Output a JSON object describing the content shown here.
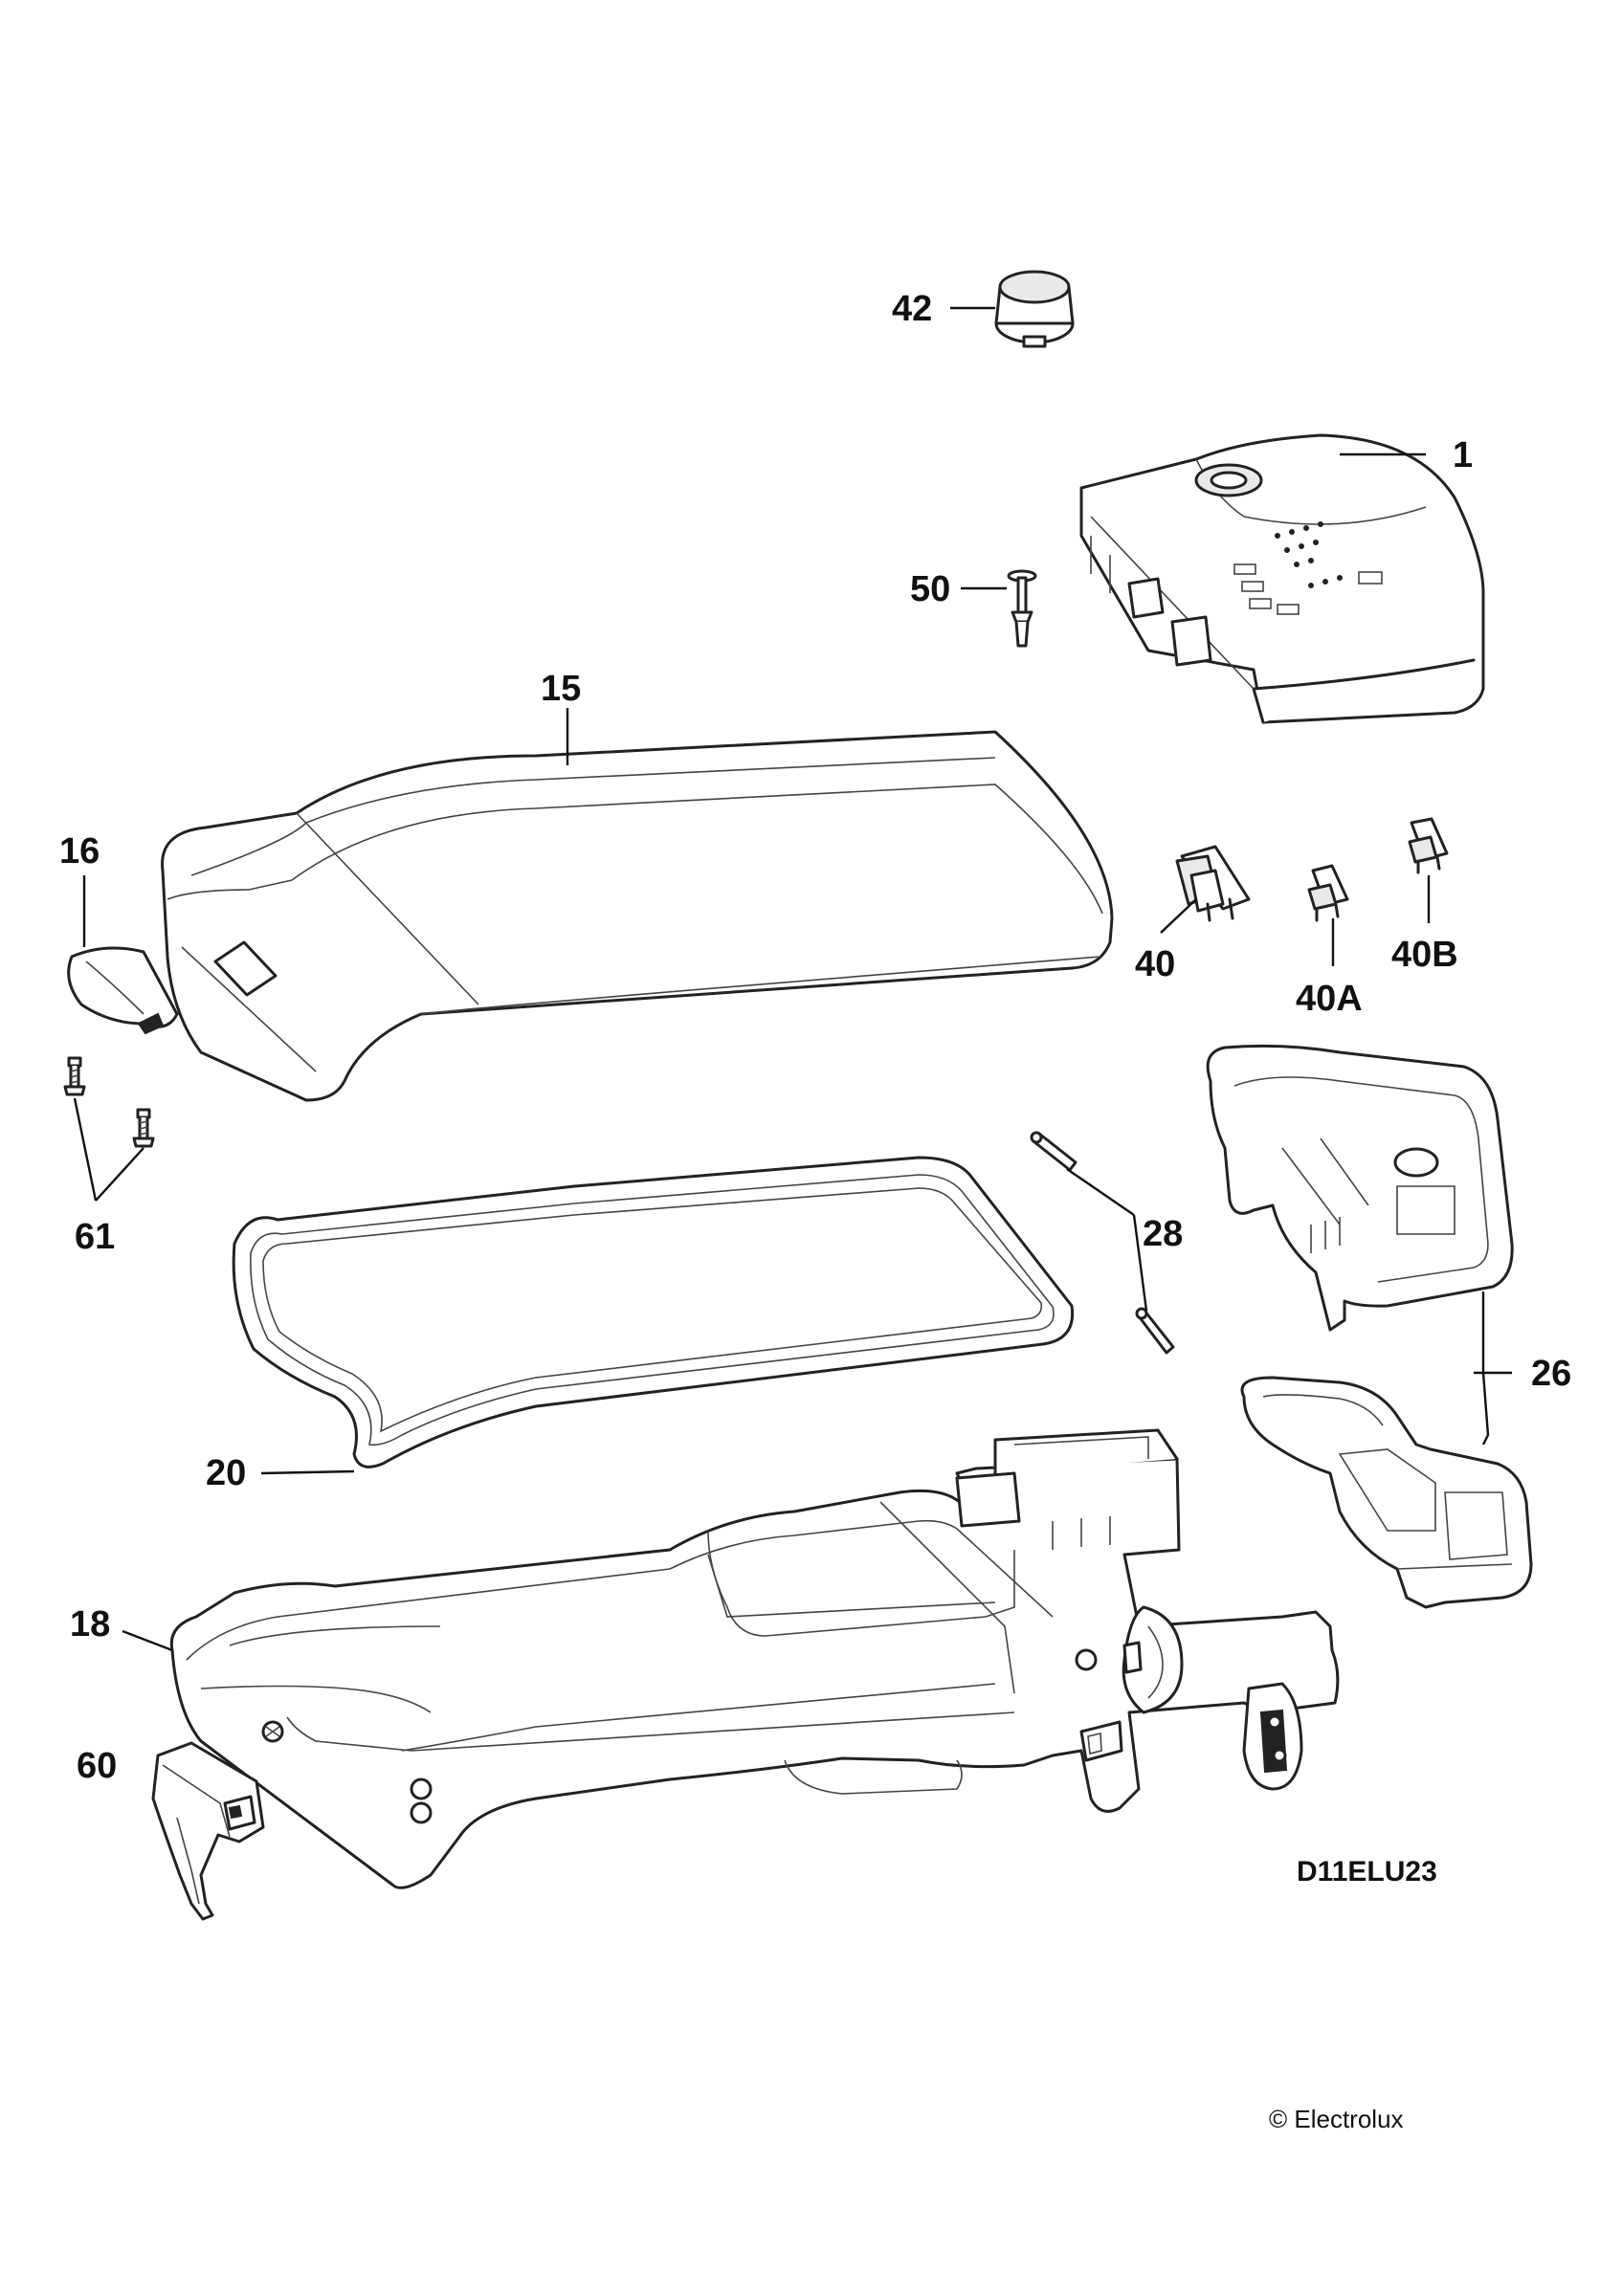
{
  "callouts": {
    "c42": "42",
    "c1": "1",
    "c50": "50",
    "c15": "15",
    "c16": "16",
    "c40": "40",
    "c40A": "40A",
    "c40B": "40B",
    "c61": "61",
    "c28": "28",
    "c26": "26",
    "c20": "20",
    "c18": "18",
    "c60": "60"
  },
  "diagram_code": "D11ELU23",
  "copyright": "© Electrolux",
  "colors": {
    "line": "#222222",
    "background": "#ffffff",
    "shade": "#e9e9e9"
  }
}
